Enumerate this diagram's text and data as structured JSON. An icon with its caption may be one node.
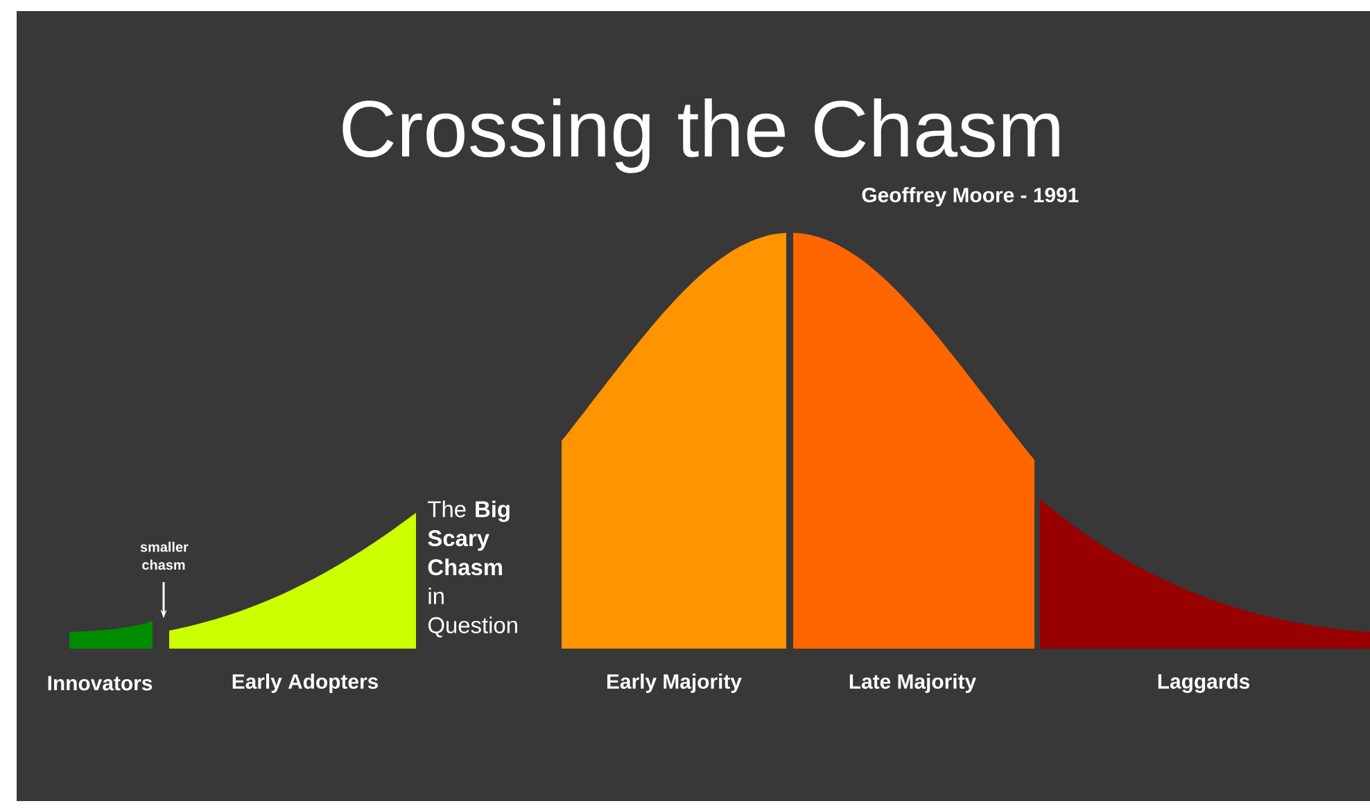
{
  "diagram": {
    "title": "Crossing the Chasm",
    "labels": [
      "Geoffrey Moore - 1991",
      "smaller chasm",
      "The **Big Scary Chasm** in Question",
      "Innovators",
      "Early Adopters",
      "Early Majority",
      "Late Majority",
      "Laggards"
    ]
  }
}
